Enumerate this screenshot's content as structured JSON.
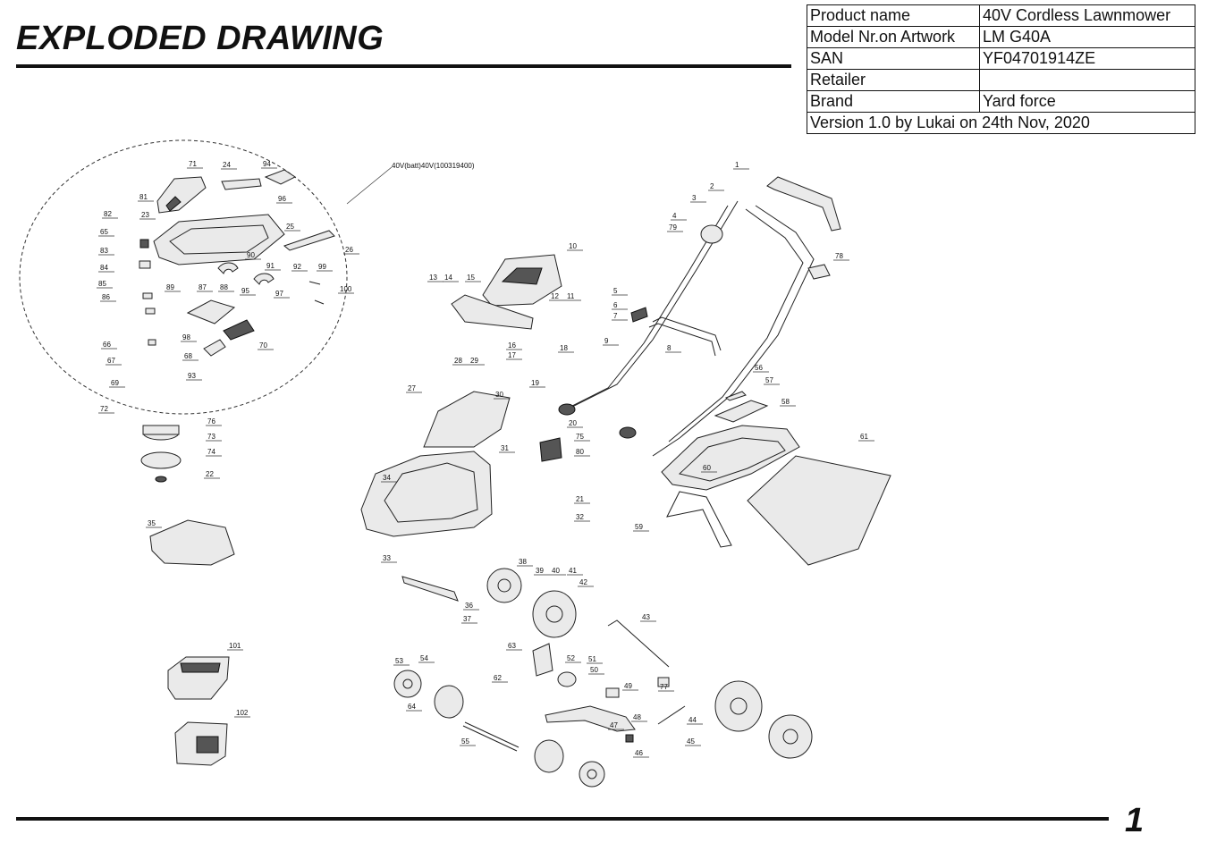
{
  "page": {
    "title": "EXPLODED DRAWING",
    "page_number": "1"
  },
  "info_table": [
    {
      "key": "Product name",
      "value": "40V Cordless Lawnmower"
    },
    {
      "key": "Model Nr.on Artwork",
      "value": "LM G40A"
    },
    {
      "key": "SAN",
      "value": "YF04701914ZE"
    },
    {
      "key": "Retailer",
      "value": ""
    },
    {
      "key": "Brand",
      "value": "Yard force"
    },
    {
      "key": "Version 1.0 by Lukai on 24th Nov, 2020",
      "value": ""
    }
  ],
  "detail_caption": "40V(batt)40V(100319400)",
  "part_labels": [
    "1",
    "2",
    "3",
    "4",
    "5",
    "6",
    "7",
    "8",
    "9",
    "10",
    "11",
    "12",
    "13",
    "14",
    "15",
    "16",
    "17",
    "18",
    "19",
    "20",
    "21",
    "22",
    "23",
    "24",
    "25",
    "26",
    "27",
    "28",
    "29",
    "30",
    "31",
    "32",
    "33",
    "34",
    "35",
    "36",
    "37",
    "38",
    "39",
    "40",
    "41",
    "42",
    "43",
    "44",
    "45",
    "46",
    "47",
    "48",
    "49",
    "50",
    "51",
    "52",
    "53",
    "54",
    "55",
    "56",
    "57",
    "58",
    "59",
    "60",
    "61",
    "62",
    "63",
    "64",
    "65",
    "66",
    "67",
    "68",
    "69",
    "70",
    "71",
    "72",
    "73",
    "74",
    "75",
    "76",
    "77",
    "78",
    "79",
    "80",
    "81",
    "82",
    "83",
    "84",
    "85",
    "86",
    "87",
    "88",
    "89",
    "90",
    "91",
    "92",
    "93",
    "94",
    "95",
    "96",
    "97",
    "98",
    "99",
    "100",
    "101",
    "102"
  ]
}
